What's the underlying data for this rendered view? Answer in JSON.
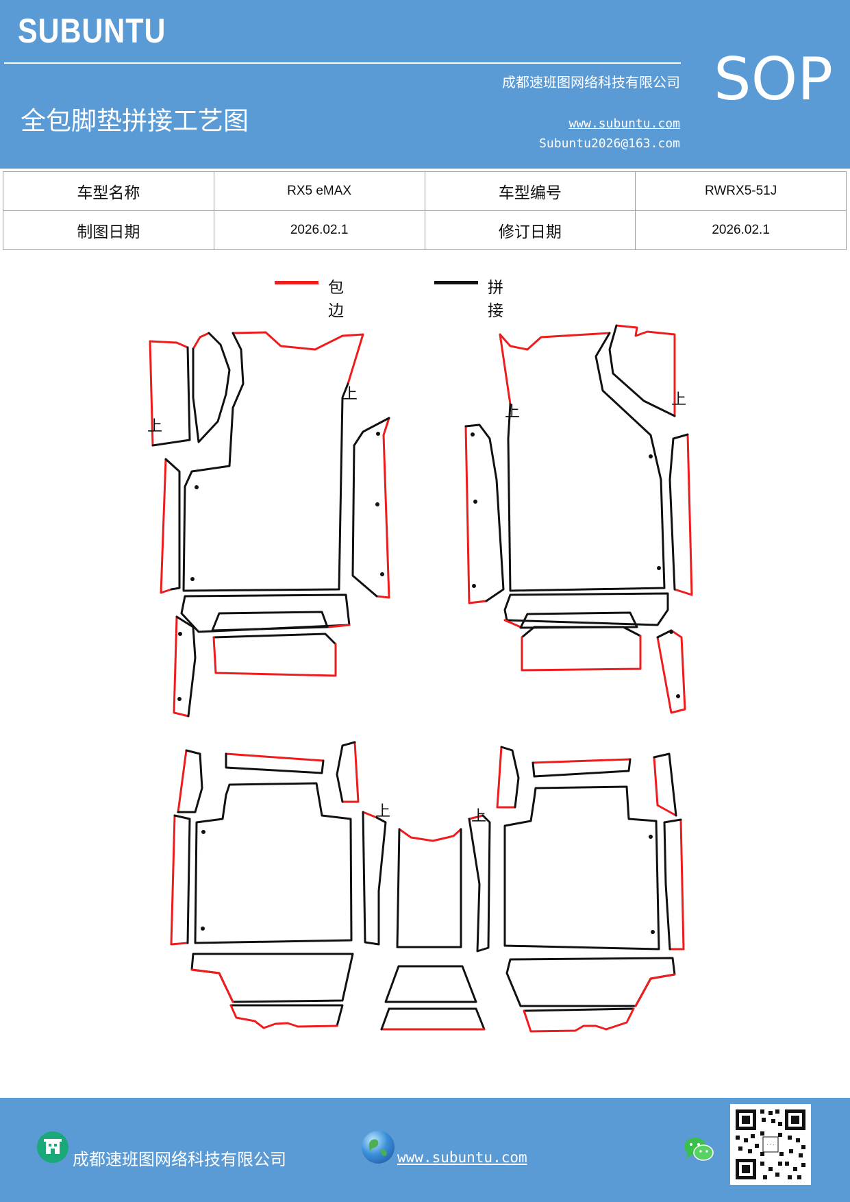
{
  "header": {
    "logo": "SUBUNTU",
    "company": "成都速班图网络科技有限公司",
    "title": "全包脚垫拼接工艺图",
    "website": "www.subuntu.com",
    "email": "Subuntu2026@163.com",
    "badge": "SOP"
  },
  "info_table": {
    "model_name_label": "车型名称",
    "model_name_value": "RX5 eMAX",
    "model_code_label": "车型编号",
    "model_code_value": "RWRX5-51J",
    "draw_date_label": "制图日期",
    "draw_date_value": "2026.02.1",
    "revise_date_label": "修订日期",
    "revise_date_value": "2026.02.1"
  },
  "legend": {
    "edge_label": "包边",
    "edge_color": "#ee1c1c",
    "seam_label": "拼接",
    "seam_color": "#111111"
  },
  "diagram": {
    "orientation_mark": "上"
  },
  "footer": {
    "company": "成都速班图网络科技有限公司",
    "website": "www.subuntu.com ",
    "icons": [
      "building-icon",
      "globe-icon",
      "wechat-icon",
      "qr-code"
    ]
  },
  "colors": {
    "brand_blue": "#5b9bd5"
  }
}
